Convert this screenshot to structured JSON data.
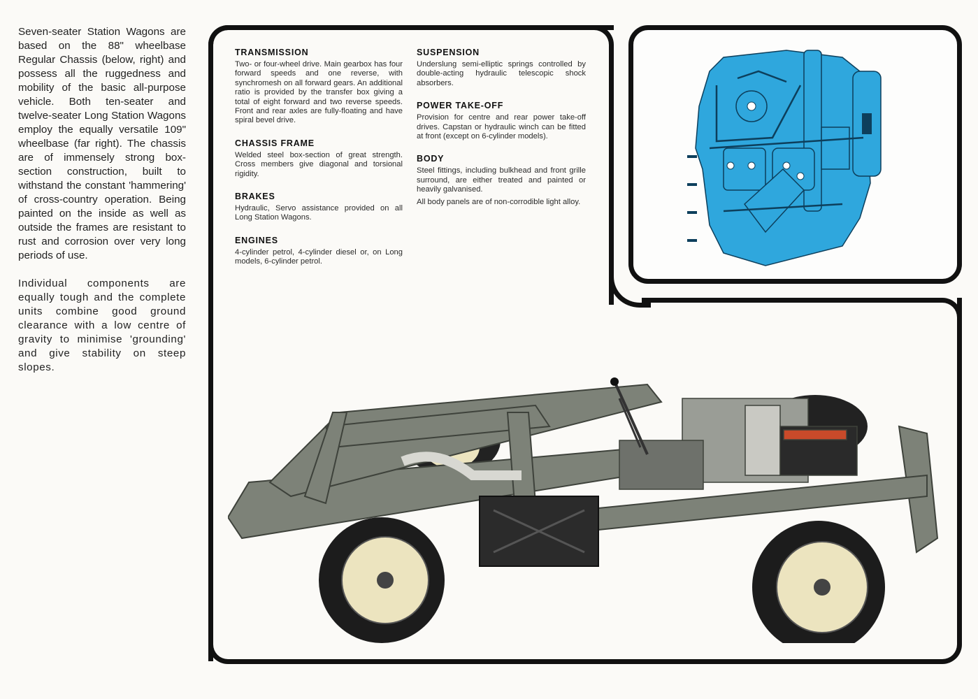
{
  "intro": {
    "paragraph1": "Seven-seater Station Wagons are based on the 88\" wheelbase Regular Chassis (below, right) and possess all the ruggedness and mobility of the basic all-purpose vehicle. Both ten-seater and twelve-seater Long Station Wagons employ the equally versatile 109\" wheelbase (far right). The chassis are of immensely strong box-section construction, built to withstand the constant 'hammering' of cross-country operation. Being painted on the inside as well as outside the frames are resistant to rust and corrosion over very long periods of use.",
    "paragraph2": "Individual components are equally tough and the complete units combine good ground clearance with a low centre of gravity to minimise 'grounding' and give stability on steep slopes."
  },
  "specs": {
    "transmission": {
      "heading": "TRANSMISSION",
      "text": "Two- or four-wheel drive. Main gearbox has four forward speeds and one reverse, with synchromesh on all forward gears. An additional ratio is provided by the transfer box giving a total of eight forward and two reverse speeds. Front and rear axles are fully-floating and have spiral bevel drive."
    },
    "chassis_frame": {
      "heading": "CHASSIS FRAME",
      "text": "Welded steel box-section of great strength. Cross members give diagonal and torsional rigidity."
    },
    "brakes": {
      "heading": "BRAKES",
      "text": "Hydraulic, Servo assistance provided on all Long Station Wagons."
    },
    "engines": {
      "heading": "ENGINES",
      "text": "4-cylinder petrol, 4-cylinder diesel or, on Long models, 6-cylinder petrol."
    },
    "suspension": {
      "heading": "SUSPENSION",
      "text": "Underslung semi-elliptic springs controlled by double-acting hydraulic telescopic shock absorbers."
    },
    "power_take_off": {
      "heading": "POWER TAKE-OFF",
      "text": "Provision for centre and rear power take-off drives. Capstan or hydraulic winch can be fitted at front (except on 6-cylinder models)."
    },
    "body": {
      "heading": "BODY",
      "text1": "Steel fittings, including bulkhead and front grille surround, are either treated and painted or heavily galvanised.",
      "text2": "All body panels are of non-corrodible light alloy."
    }
  },
  "colors": {
    "engine_blue": "#2fa7dd",
    "frame_black": "#111111",
    "chassis_grey": "#7d8278",
    "wheel_cream": "#ece4bf"
  }
}
